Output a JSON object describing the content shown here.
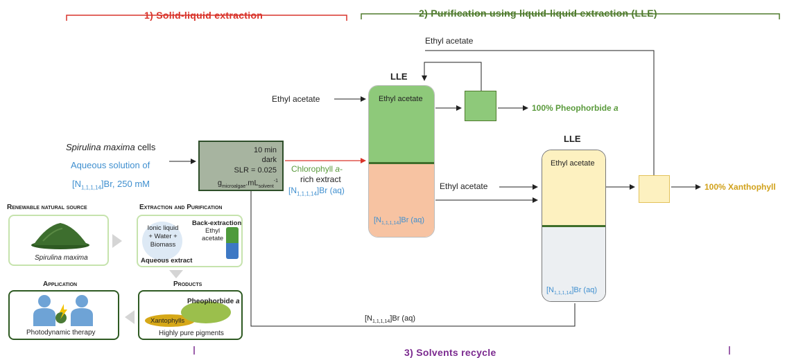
{
  "headers": {
    "stage1": "1) Solid-liquid extraction",
    "stage2": "2) Purification using liquid-liquid extraction (LLE)",
    "stage3": "3) Solvents recycle"
  },
  "colors": {
    "stage1": "#d9342b",
    "stage2": "#4e7a2c",
    "stage3": "#7b2a8f",
    "ethyl_green": "#8ec97a",
    "il_peach": "#f7c3a2",
    "xantho_yellow": "#fdf1c0",
    "il_gray": "#eceff2",
    "pheo_text": "#5a9a3c",
    "xantho_text": "#d1a11a",
    "blue_text": "#3f8fcf"
  },
  "inputs": {
    "cells_species": "Spirulina maxima",
    "cells_suffix": " cells",
    "solution_line1": "Aqueous solution of",
    "solution_ion_base": "[N",
    "solution_ion_sub": "1,1,1,14",
    "solution_ion_rest": "]Br, 250 mM"
  },
  "extraction_box": {
    "time": "10 min",
    "condition": "dark",
    "slr": "SLR = 0.025",
    "unit_g": "g",
    "unit_g_sub": "microalgae",
    "unit_ml": ".mL",
    "unit_ml_sub": "solvent",
    "unit_exp": "-1"
  },
  "extract": {
    "line1_pre": "Chlorophyll ",
    "line1_italic": "a",
    "line1_post": "-",
    "line2": "rich extract",
    "ion_base": "[N",
    "ion_sub": "1,1,1,14",
    "ion_rest": "]Br (aq)"
  },
  "lle1": {
    "title": "LLE",
    "top_label": "Ethyl acetate",
    "bottom_base": "[N",
    "bottom_sub": "1,1,1,14",
    "bottom_rest": "]Br (aq)",
    "feed": "Ethyl acetate"
  },
  "lle2": {
    "title": "LLE",
    "top_label": "Ethyl acetate",
    "bottom_base": "[N",
    "bottom_sub": "1,1,1,14",
    "bottom_rest": "]Br (aq)",
    "feed": "Ethyl acetate"
  },
  "recycle_label": "Ethyl acetate",
  "products": {
    "pheo_pre": "100% Pheophorbide ",
    "pheo_italic": "a",
    "xantho": "100% Xanthophyll"
  },
  "bottom_return": {
    "ion_base": "[N",
    "ion_sub": "1,1,1,14",
    "ion_rest": "]Br (aq)"
  },
  "graphical_abstract": {
    "renewable_title": "Renewable natural source",
    "renewable_caption": "Spirulina maxima",
    "extraction_title": "Extraction and Purification",
    "mix_line1": "Ionic liquid",
    "mix_line2": "+ Water +",
    "mix_line3": "Biomass",
    "back_extraction": "Back-extraction",
    "ethyl_line1": "Ethyl",
    "ethyl_line2": "acetate",
    "aqueous_extract": "Aqueous extract",
    "application_title": "Application",
    "application_caption": "Photodynamic therapy",
    "products_title": "Products",
    "pheophorbide_pre": "Pheophorbide ",
    "pheophorbide_italic": "a",
    "xantophylls": "Xantophylls",
    "products_caption": "Highly pure pigments"
  }
}
